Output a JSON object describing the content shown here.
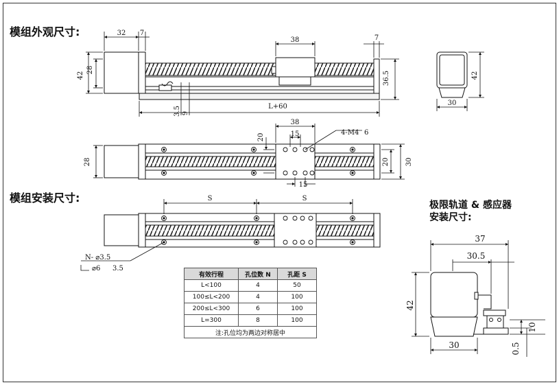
{
  "sections": {
    "exterior": "模组外观尺寸:",
    "install": "模组安装尺寸:",
    "limit_line1": "极限轨道 & 感应器",
    "limit_line2": "安装尺寸:"
  },
  "dims": {
    "d32": "32",
    "d7a": "7",
    "d38a": "38",
    "d7b": "7",
    "d42a": "42",
    "d28a": "28",
    "d36_5": "36.5",
    "d3_5": "3.5",
    "d9": "9",
    "dL60": "L+60",
    "side42": "42",
    "side30": "30",
    "d38b": "38",
    "d15a": "15",
    "d20a": "20",
    "m4": "4-M4",
    "m4depth": "6",
    "d28b": "28",
    "d20b": "20",
    "d30b": "30",
    "d15b": "15",
    "S1": "S",
    "S2": "S",
    "hole1": "N- ⌀3.5",
    "hole2": "⌀6",
    "hole2depth": "3.5",
    "d37": "37",
    "d30_5": "30.5",
    "d42c": "42",
    "d10": "10",
    "d0_5": "0.5",
    "d30c": "30"
  },
  "table": {
    "headers": [
      "有效行程",
      "孔位数 N",
      "孔距 S"
    ],
    "rows": [
      [
        "L<100",
        "4",
        "50"
      ],
      [
        "100≤L<200",
        "4",
        "100"
      ],
      [
        "200≤L<300",
        "6",
        "100"
      ],
      [
        "L=300",
        "8",
        "100"
      ]
    ],
    "note": "注:孔位均为两边对称居中"
  }
}
